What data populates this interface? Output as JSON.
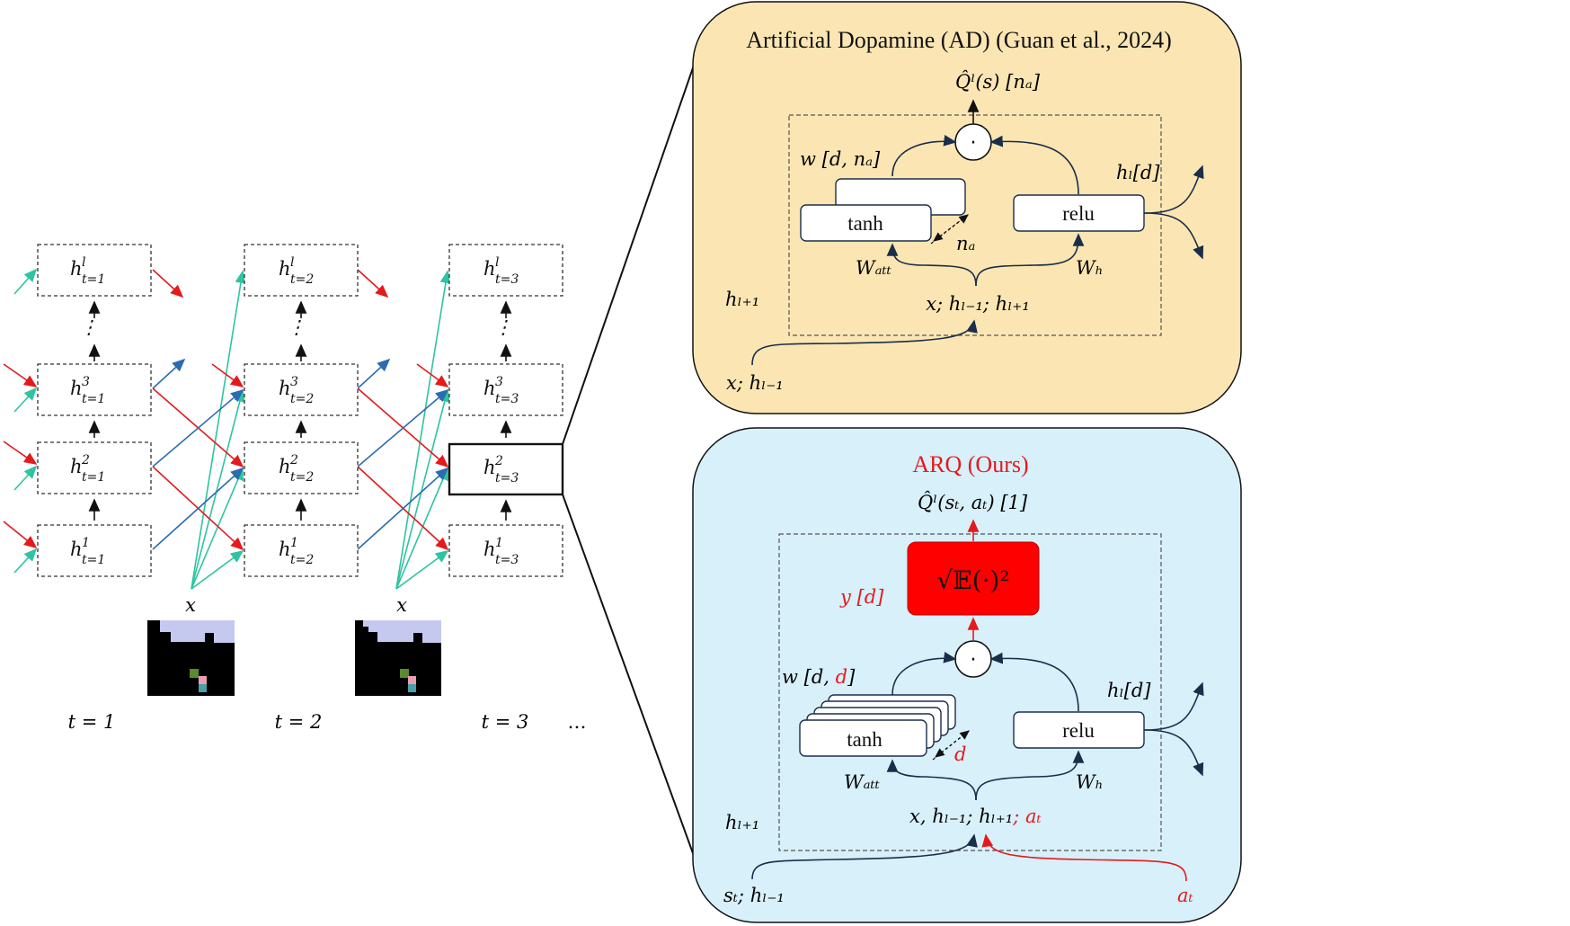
{
  "unroll": {
    "node_var": "h",
    "node_subscript_prefix": "t=",
    "timesteps": [
      {
        "label": "t = 1",
        "sub": "1"
      },
      {
        "label": "t = 2",
        "sub": "2"
      },
      {
        "label": "t = 3",
        "sub": "3"
      }
    ],
    "layer_superscripts": [
      "1",
      "2",
      "3",
      "l"
    ],
    "vdots": "⋮",
    "ellipsis": "…",
    "input_label": "x"
  },
  "ad_panel": {
    "title": "Artificial Dopamine (AD) (Guan et al., 2024)",
    "output": "Q̂ˡ(s) [nₐ]",
    "dot_op": "·",
    "w_label": "w [d, nₐ]",
    "tanh": "tanh",
    "relu": "relu",
    "na": "nₐ",
    "hl": "hₗ[d]",
    "watt": "Wₐₜₜ",
    "wh": "Wₕ",
    "concat": "x; hₗ₋₁; hₗ₊₁",
    "h_next": "hₗ₊₁",
    "input": "x; hₗ₋₁"
  },
  "arq_panel": {
    "title": "ARQ (Ours)",
    "output": "Q̂ˡ(sₜ, aₜ) [1]",
    "rms": "√𝔼(·)²",
    "y_label": "y [d]",
    "dot_op": "·",
    "w_label_prefix": "w [d, ",
    "w_label_red": "d",
    "w_label_suffix": "]",
    "tanh": "tanh",
    "relu": "relu",
    "d": "d",
    "hl": "hₗ[d]",
    "watt": "Wₐₜₜ",
    "wh": "Wₕ",
    "concat": "x, hₗ₋₁; hₗ₊₁",
    "concat_red": "; aₜ",
    "h_next": "hₗ₊₁",
    "input": "sₜ; hₗ₋₁",
    "action": "aₜ"
  },
  "colors": {
    "teal": "#2ec4a0",
    "red": "#e41a1c",
    "blue": "#2b6cb0",
    "ad_bg": "#fbe6b3",
    "arq_bg": "#d8f0fa",
    "rms_box": "#ff0000",
    "navy": "#1a2e4a"
  }
}
